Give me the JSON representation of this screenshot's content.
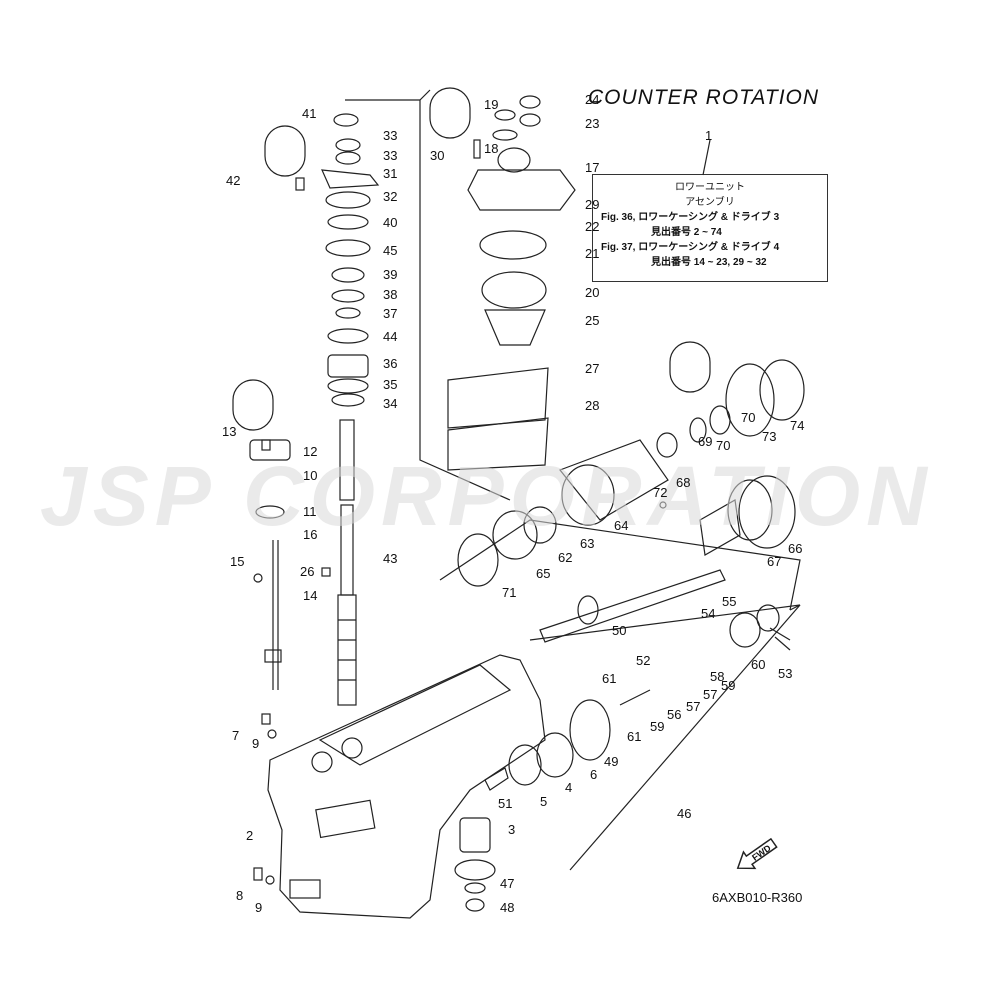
{
  "header": {
    "title": "COUNTER ROTATION"
  },
  "info_box": {
    "callout": "1",
    "line1": "ロワーユニット",
    "line2": "アセンブリ",
    "ref1": "Fig. 36, ロワーケーシング & ドライブ 3",
    "ref1_sub": "見出番号 2 ~ 74",
    "ref2": "Fig. 37, ロワーケーシング & ドライブ 4",
    "ref2_sub": "見出番号 14 ~ 23, 29 ~ 32"
  },
  "watermark": {
    "text": "JSP CORPORATION"
  },
  "footer": {
    "code": "6AXB010-R360",
    "fwd_label": "FWD"
  },
  "callouts": [
    "2",
    "3",
    "4",
    "5",
    "6",
    "7",
    "8",
    "9",
    "9",
    "10",
    "11",
    "12",
    "13",
    "14",
    "15",
    "16",
    "17",
    "18",
    "19",
    "20",
    "21",
    "22",
    "23",
    "24",
    "25",
    "26",
    "27",
    "28",
    "29",
    "30",
    "31",
    "32",
    "33",
    "33",
    "34",
    "35",
    "36",
    "37",
    "38",
    "39",
    "40",
    "41",
    "42",
    "43",
    "44",
    "45",
    "46",
    "47",
    "48",
    "49",
    "50",
    "51",
    "52",
    "53",
    "54",
    "55",
    "56",
    "57",
    "57",
    "58",
    "59",
    "59",
    "60",
    "61",
    "61",
    "62",
    "63",
    "64",
    "65",
    "66",
    "67",
    "68",
    "69",
    "70",
    "70",
    "71",
    "72",
    "73",
    "74"
  ],
  "icons": [
    "grease-tube-icon",
    "loctite-icon",
    "fwd-arrow-icon"
  ]
}
